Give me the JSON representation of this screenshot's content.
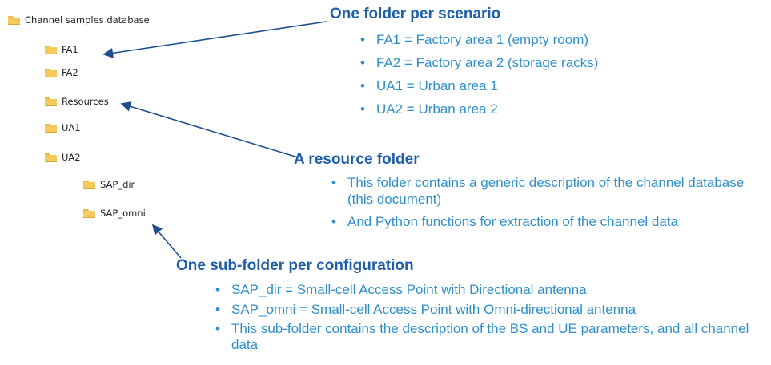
{
  "tree": {
    "root": "Channel samples database",
    "folders": [
      "FA1",
      "FA2",
      "Resources",
      "UA1",
      "UA2"
    ],
    "subfolders": [
      "SAP_dir",
      "SAP_omni"
    ]
  },
  "scenario": {
    "heading": "One folder per scenario",
    "bullets": [
      "FA1 = Factory area 1 (empty room)",
      "FA2 = Factory area 2 (storage racks)",
      "UA1 = Urban area 1",
      "UA2 = Urban area 2"
    ]
  },
  "resource": {
    "heading": "A resource folder",
    "bullets": [
      "This folder contains a generic description of the channel database (this document)",
      "And Python functions for extraction of the channel data"
    ]
  },
  "configuration": {
    "heading": "One sub-folder per configuration",
    "bullets": [
      "SAP_dir = Small-cell Access Point with Directional antenna",
      "SAP_omni = Small-cell Access Point with Omni-directional antenna",
      "This sub-folder contains the description of the BS and UE parameters, and all channel data"
    ]
  },
  "colors": {
    "heading": "#1f5fa8",
    "bullet": "#2f8fc8",
    "folder": "#f5c95c",
    "arrow": "#1f4f8f"
  }
}
